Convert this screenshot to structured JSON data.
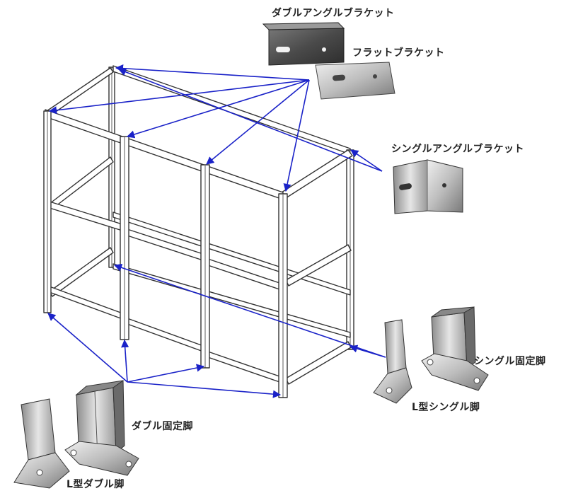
{
  "labels": {
    "double_angle_bracket": "ダブルアングルブラケット",
    "flat_bracket": "フラットブラケット",
    "single_angle_bracket": "シングルアングルブラケット",
    "single_fixed_leg": "シングル固定脚",
    "l_type_single_leg": "L型シングル脚",
    "double_fixed_leg": "ダブル固定脚",
    "l_type_double_leg": "L型ダブル脚"
  },
  "colors": {
    "arrow": "#1a22c8",
    "frame_stroke": "#333333",
    "metal_light": "#d9d9d9",
    "metal_mid": "#a8a8a8",
    "metal_dark": "#5a5a5a",
    "label_text": "#222222"
  }
}
